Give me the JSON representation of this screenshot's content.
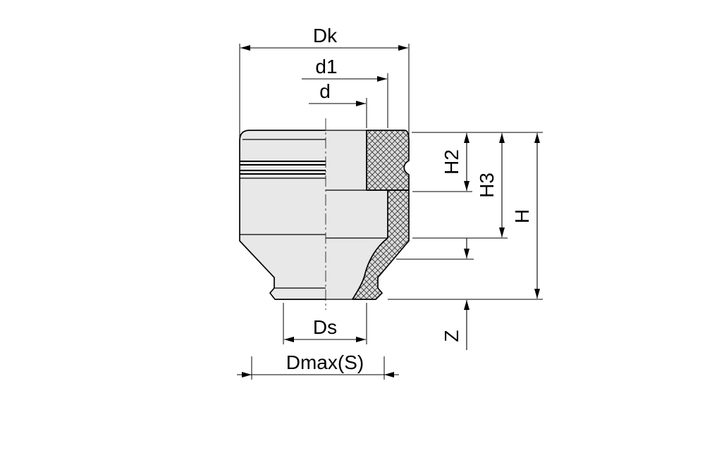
{
  "drawing": {
    "kind": "suction-cup-cross-section",
    "colors": {
      "background": "#ffffff",
      "line": "#000000",
      "body_fill": "#e8e8e8",
      "hatch_fill": "#dcdcdc"
    }
  },
  "dimensions": {
    "dk": {
      "label": "Dk"
    },
    "d1": {
      "label": "d1"
    },
    "d": {
      "label": "d"
    },
    "h2": {
      "label": "H2"
    },
    "h3": {
      "label": "H3"
    },
    "h": {
      "label": "H"
    },
    "z": {
      "label": "Z"
    },
    "ds": {
      "label": "Ds"
    },
    "dmax": {
      "label": "Dmax(S)"
    }
  }
}
